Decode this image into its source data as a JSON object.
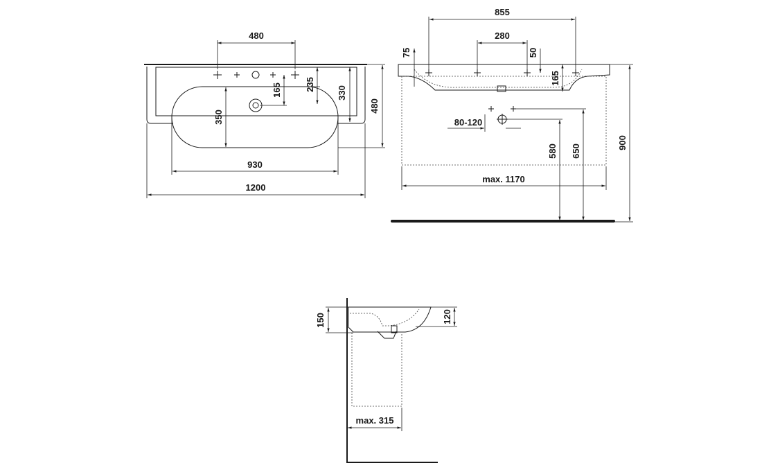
{
  "top_view": {
    "dim_tap_spacing": "480",
    "dim_165": "165",
    "dim_235": "235",
    "dim_330": "330",
    "dim_350": "350",
    "dim_depth": "480",
    "dim_bowl": "930",
    "dim_width": "1200"
  },
  "front_view": {
    "dim_855": "855",
    "dim_280": "280",
    "dim_75": "75",
    "dim_50": "50",
    "dim_165": "165",
    "dim_80_120": "80-120",
    "dim_580": "580",
    "dim_650": "650",
    "dim_900": "900",
    "dim_max_width": "max. 1170"
  },
  "side_view": {
    "dim_150": "150",
    "dim_120": "120",
    "dim_max_depth": "max. 315"
  }
}
